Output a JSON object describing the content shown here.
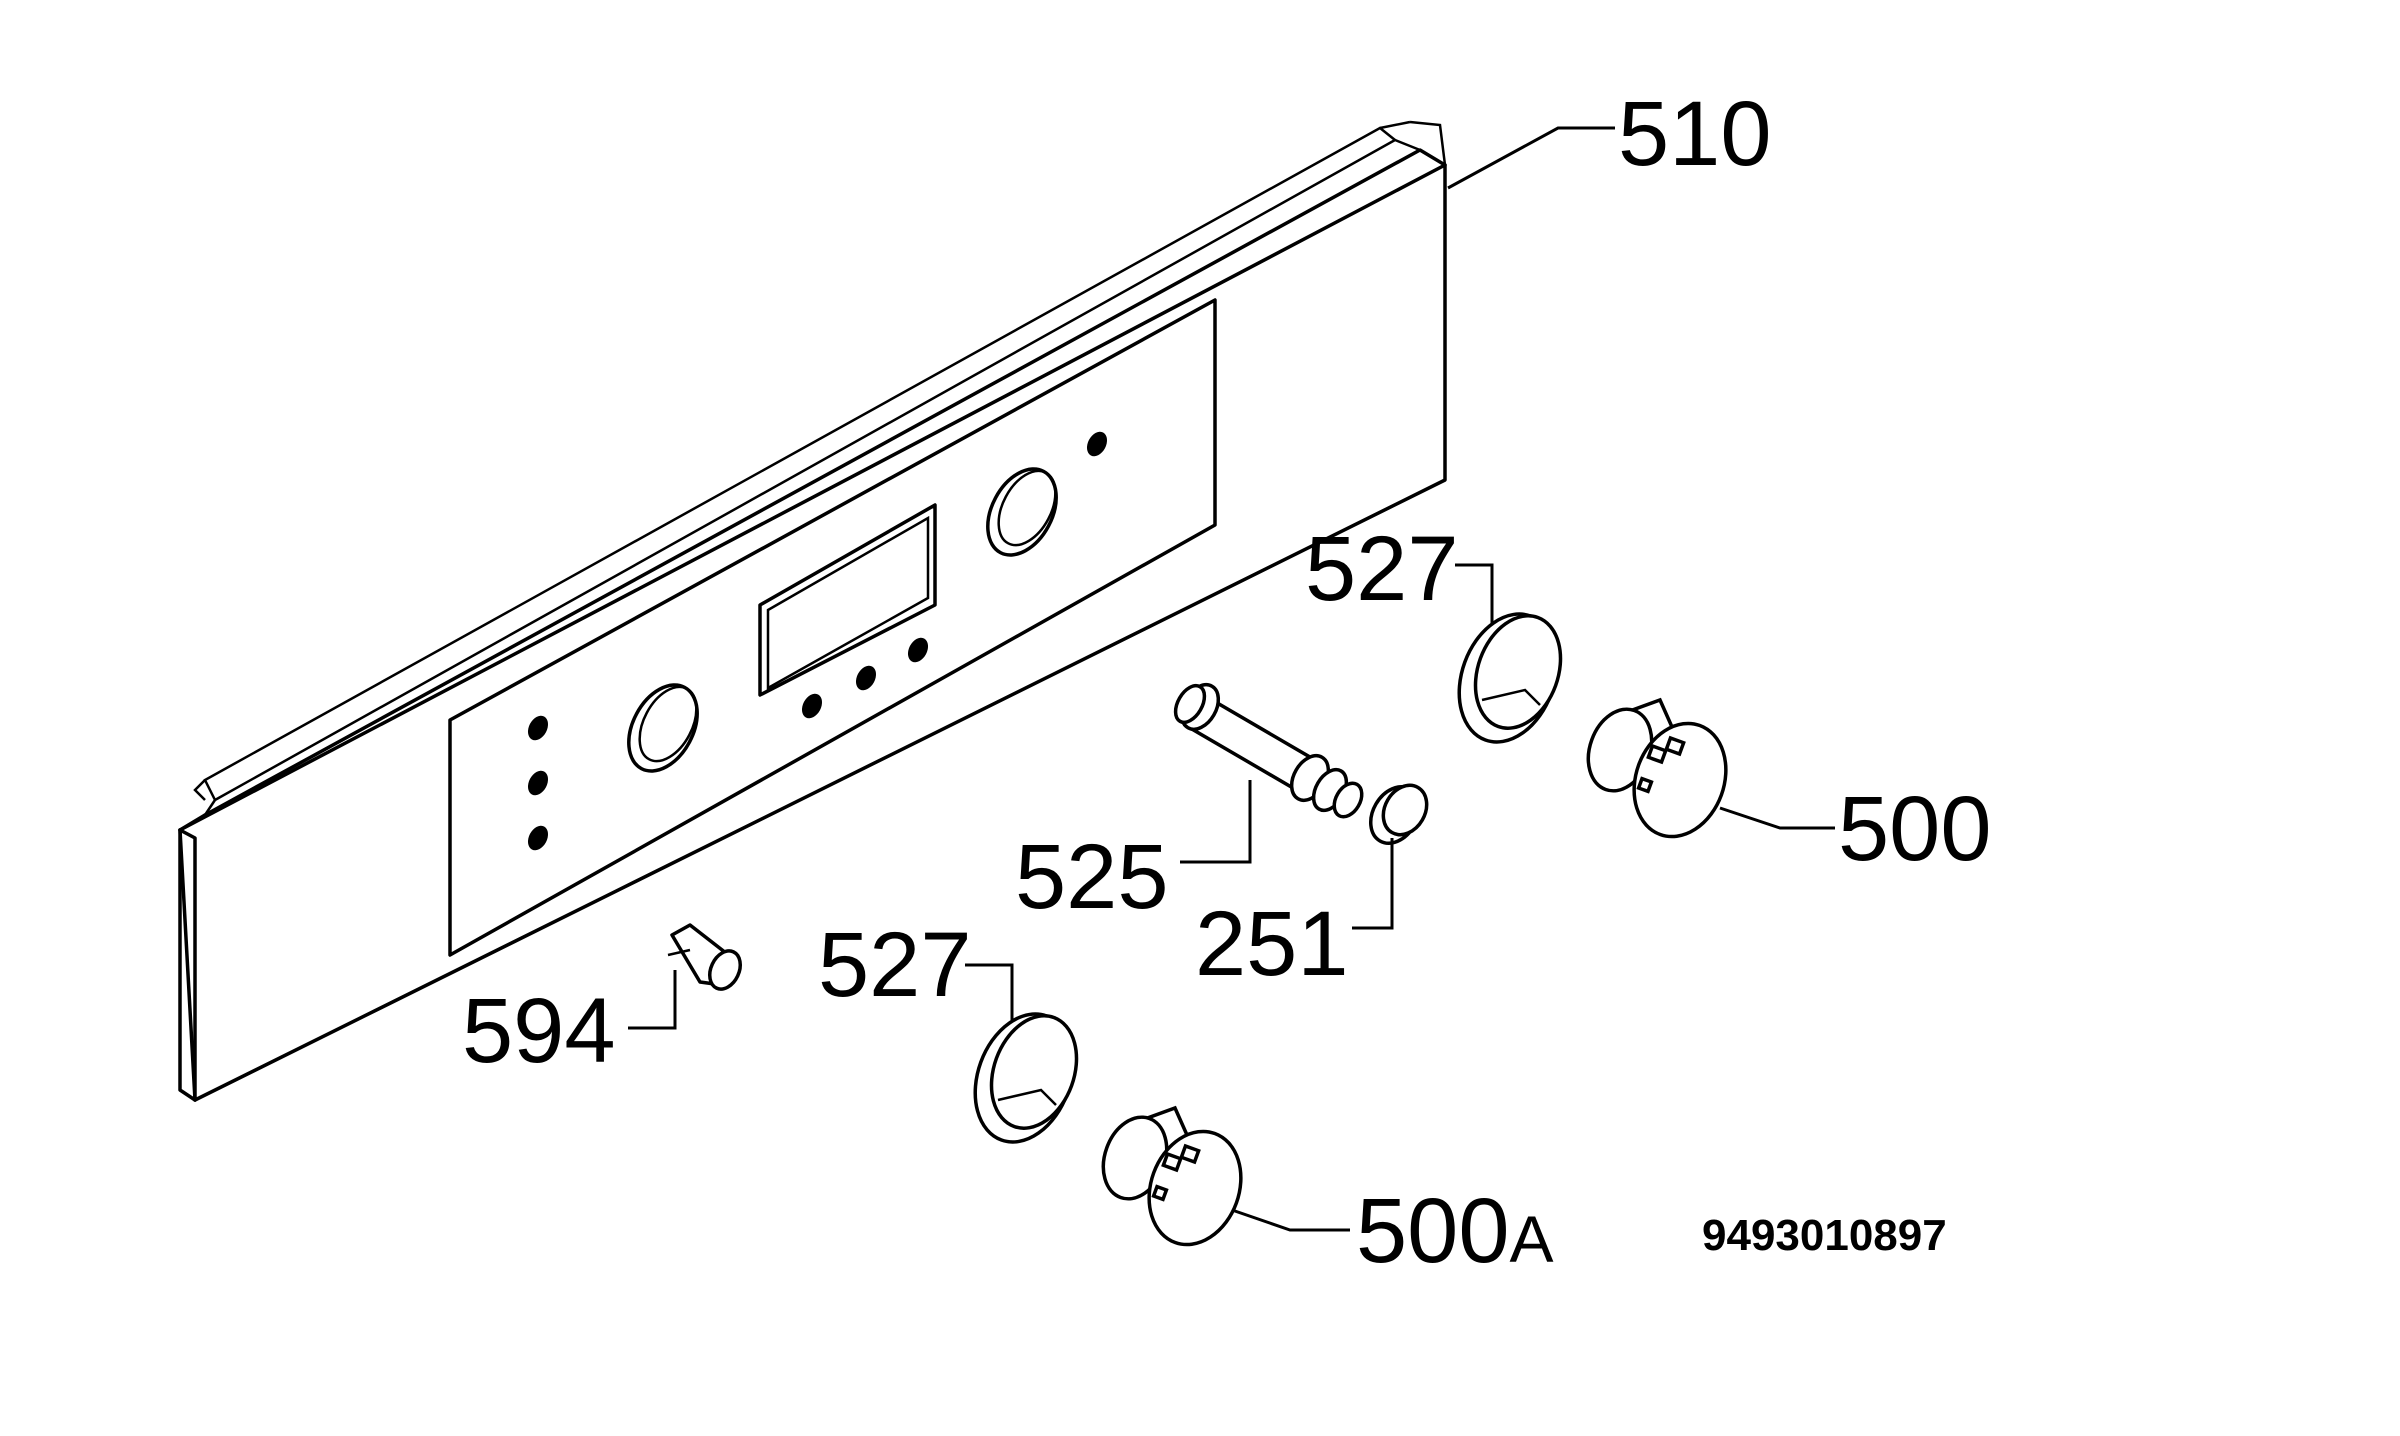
{
  "labels": {
    "p510": "510",
    "p527_upper": "527",
    "p500": "500",
    "p525": "525",
    "p251": "251",
    "p527_lower": "527",
    "p594": "594",
    "p500a": "500",
    "p500a_suffix": "A"
  },
  "document_number": "9493010897"
}
